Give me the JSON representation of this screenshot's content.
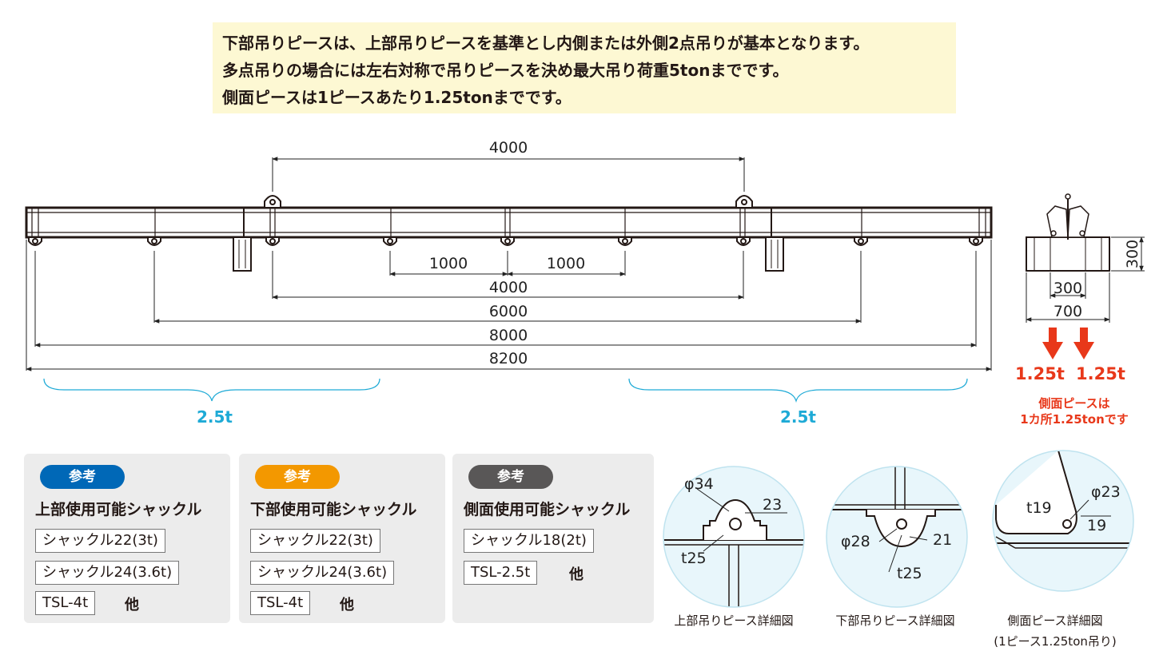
{
  "notice": {
    "line1": "下部吊りピースは、上部吊りピースを基準とし内側または外側2点吊りが基本となります。",
    "line2": "多点吊りの場合には左右対称で吊りピースを決め最大吊り荷重5tonまでです。",
    "line3": "側面ピースは1ピースあたり1.25tonまでです。"
  },
  "dimensions": {
    "top_span": "4000",
    "span_1000_left": "1000",
    "span_1000_right": "1000",
    "span_4000": "4000",
    "span_6000": "6000",
    "span_8000": "8000",
    "span_8200": "8200"
  },
  "loads": {
    "left": "2.5t",
    "right": "2.5t"
  },
  "section": {
    "height": "300",
    "inner_width": "300",
    "outer_width": "700",
    "load_left": "1.25t",
    "load_right": "1.25t",
    "note_line1": "側面ピースは",
    "note_line2": "1カ所1.25tonです"
  },
  "panels": [
    {
      "badge": "参考",
      "badge_color": "#0068b7",
      "title": "上部使用可能シャックル",
      "items": [
        "シャックル22(3t)",
        "シャックル24(3.6t)",
        "TSL-4t"
      ],
      "other": "他"
    },
    {
      "badge": "参考",
      "badge_color": "#f39800",
      "title": "下部使用可能シャックル",
      "items": [
        "シャックル22(3t)",
        "シャックル24(3.6t)",
        "TSL-4t"
      ],
      "other": "他"
    },
    {
      "badge": "参考",
      "badge_color": "#595757",
      "title": "側面使用可能シャックル",
      "items": [
        "シャックル18(2t)",
        "TSL-2.5t"
      ],
      "other": "他"
    }
  ],
  "details": [
    {
      "caption": "上部吊りピース詳細図",
      "labels": [
        "φ34",
        "23",
        "t25"
      ]
    },
    {
      "caption": "下部吊りピース詳細図",
      "labels": [
        "φ28",
        "21",
        "t25"
      ]
    },
    {
      "caption": "側面ピース詳細図",
      "caption2": "(1ピース1.25ton吊り)",
      "labels": [
        "t19",
        "φ23",
        "19"
      ]
    }
  ]
}
